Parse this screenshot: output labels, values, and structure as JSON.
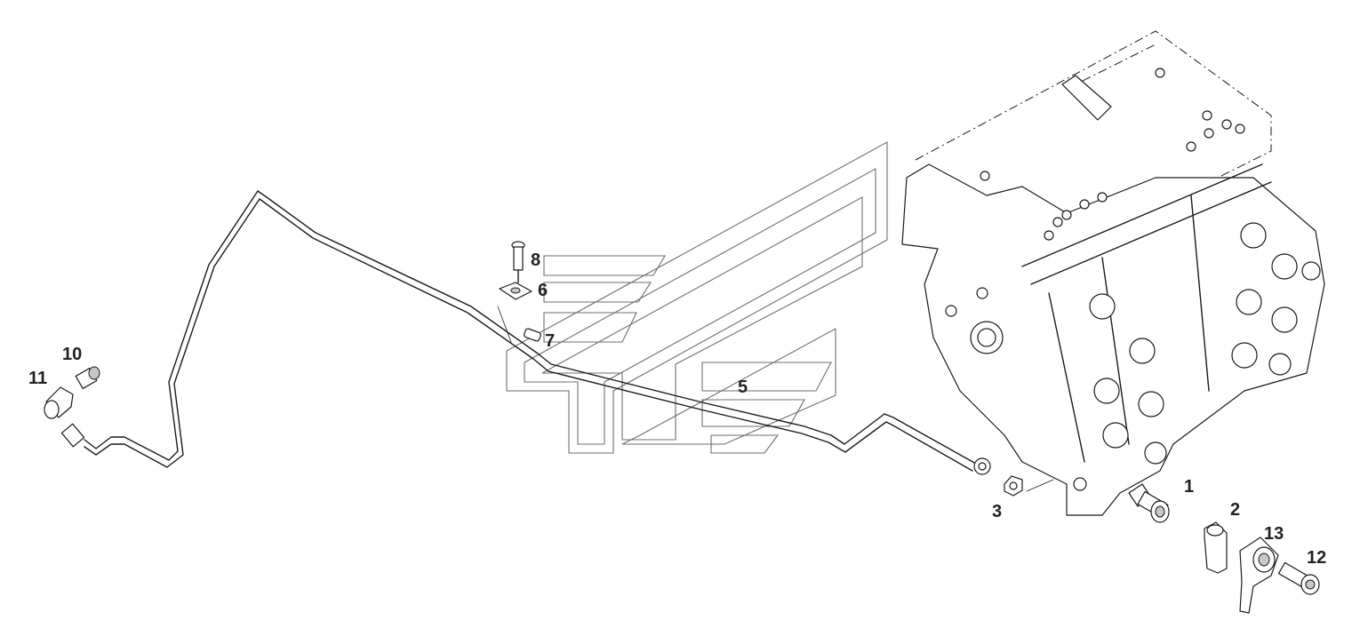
{
  "diagram": {
    "callouts": [
      {
        "id": "1",
        "text": "1"
      },
      {
        "id": "2",
        "text": "2"
      },
      {
        "id": "3",
        "text": "3"
      },
      {
        "id": "5",
        "text": "5"
      },
      {
        "id": "6",
        "text": "6"
      },
      {
        "id": "7",
        "text": "7"
      },
      {
        "id": "8",
        "text": "8"
      },
      {
        "id": "10",
        "text": "10"
      },
      {
        "id": "11",
        "text": "11"
      },
      {
        "id": "12",
        "text": "12"
      },
      {
        "id": "13",
        "text": "13"
      }
    ]
  }
}
